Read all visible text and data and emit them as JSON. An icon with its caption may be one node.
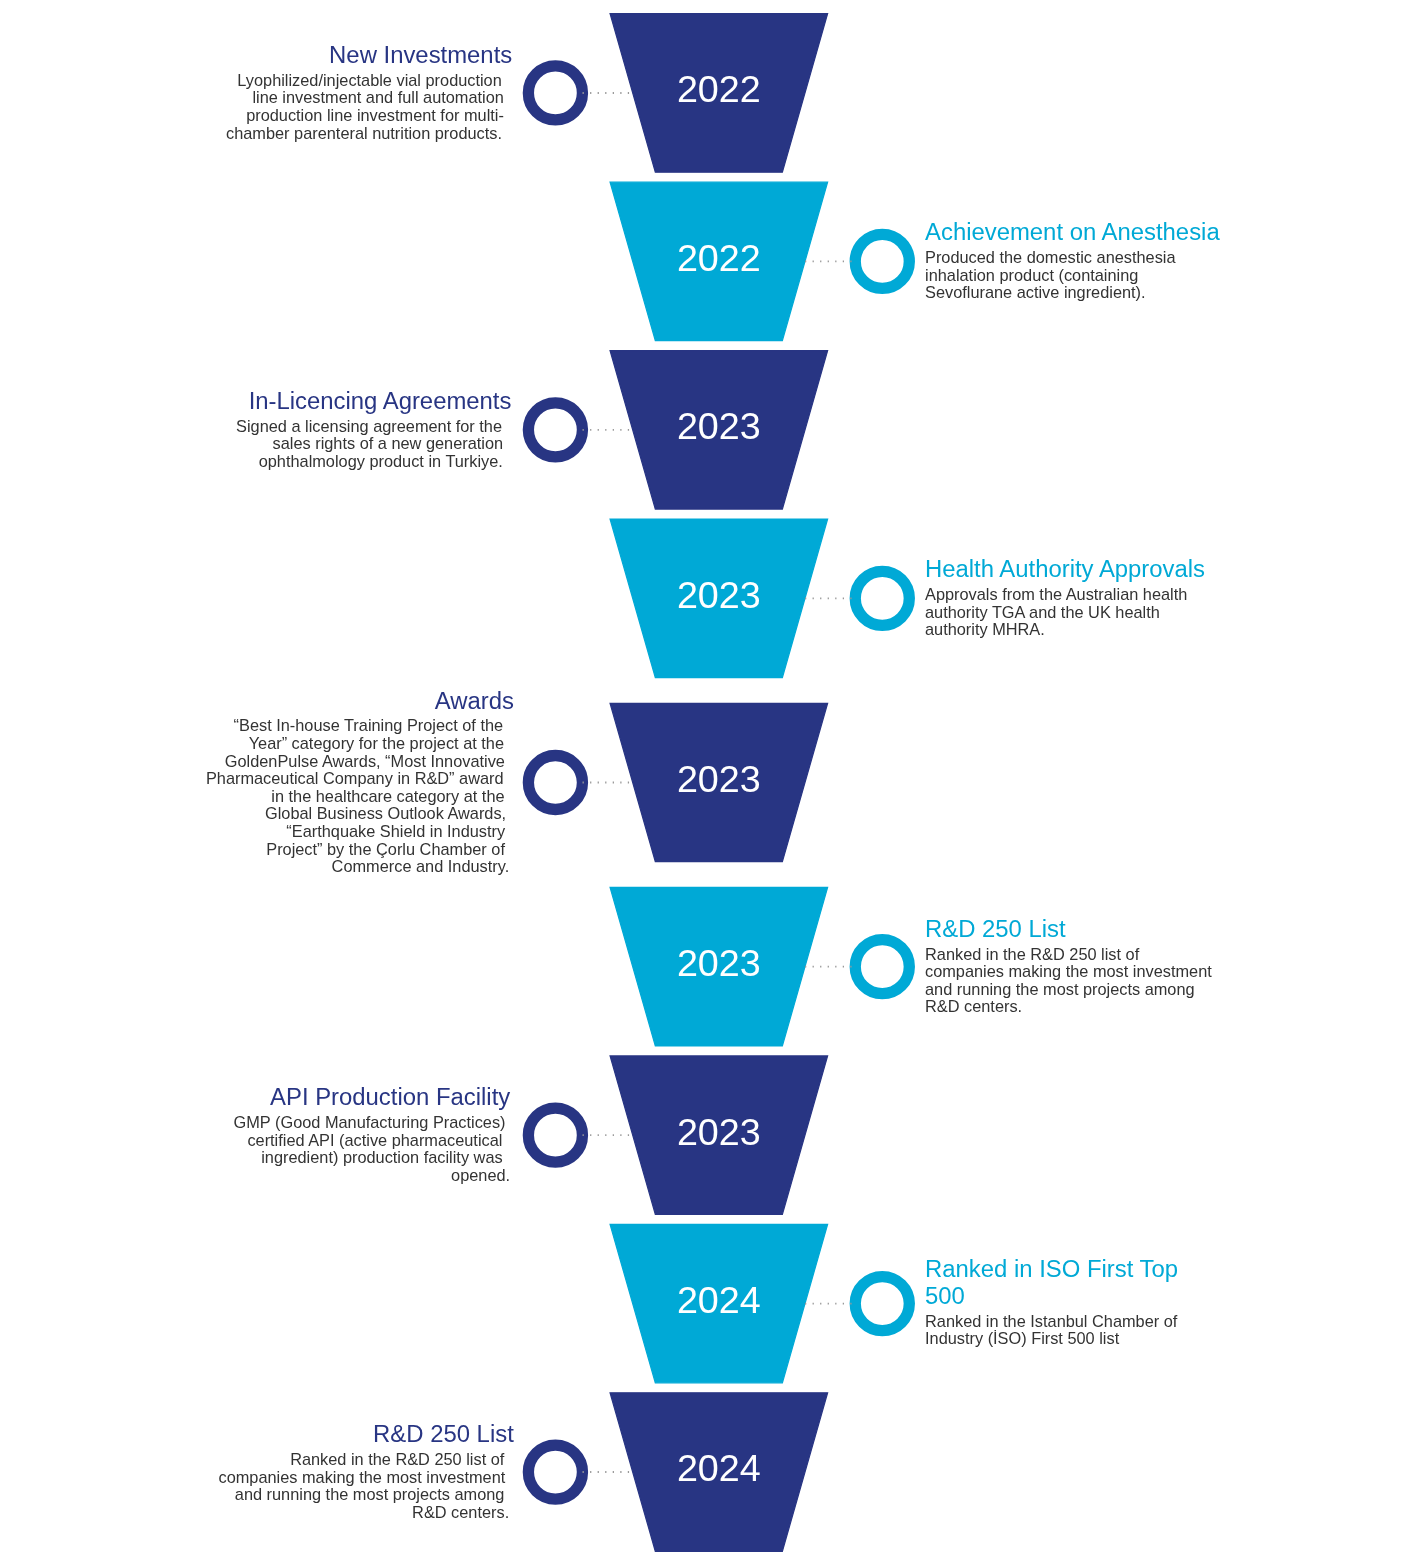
{
  "diagram": {
    "nodes": [
      {
        "text": [],
        "shape": "circle",
        "beside": [
          "New Investments",
          "Lyophilized/injectable vial production line investment and full automation production line investment for multi-chamber parenteral nutrition products."
        ]
      },
      {
        "text": [
          "2022"
        ]
      },
      {
        "text": [
          "2022"
        ]
      },
      {
        "text": [],
        "shape": "circle",
        "beside": [
          "Achievement on Anesthesia",
          "Produced the domestic anesthesia inhalation product (containing Sevoflurane active ingredient)."
        ]
      },
      {
        "text": [],
        "shape": "circle",
        "beside": [
          "In-Licencing Agreements",
          "Signed a licensing agreement for the sales rights of a new generation ophthalmology product in Turkiye."
        ]
      },
      {
        "text": [
          "2023"
        ]
      },
      {
        "text": [
          "2023"
        ]
      },
      {
        "text": [],
        "shape": "circle",
        "beside": [
          "Health Authority Approvals",
          "Approvals from the Australian health authority TGA and the UK health authority MHRA."
        ]
      },
      {
        "text": [],
        "shape": "circle",
        "beside": [
          "Awards",
          "“Best In-house Training Project of the Year” category for the project at the GoldenPulse Awards, “Most Innovative Pharmaceutical Company in R&D” award in the healthcare category at the Global Business Outlook Awards, “Earthquake Shield in Industry Project” by the Çorlu Chamber of Commerce and Industry."
        ]
      },
      {
        "text": [
          "2023"
        ]
      },
      {
        "text": [
          "2023"
        ]
      },
      {
        "text": [],
        "shape": "circle",
        "beside": [
          "R&D 250 List",
          "Ranked in the R&D 250 list of companies making the most investment and running the most projects among R&D centers."
        ]
      },
      {
        "text": [],
        "shape": "circle",
        "beside": [
          "API Production Facility",
          "GMP (Good Manufacturing Practices) certified API (active pharmaceutical ingredient) production facility was opened."
        ]
      },
      {
        "text": [
          "2023"
        ]
      },
      {
        "text": [
          "2024"
        ]
      },
      {
        "text": [],
        "shape": "circle",
        "beside": [
          "Ranked in ISO First Top 500",
          "Ranked in the Istanbul Chamber of Industry (İSO) First 500 list"
        ]
      },
      {
        "text": [],
        "shape": "circle",
        "beside": [
          "R&D 250 List",
          "Ranked in the R&D 250 list of companies making the most investment and running the most projects among R&D centers."
        ]
      },
      {
        "text": [
          "2024"
        ]
      }
    ],
    "edges": [
      {
        "from": 0,
        "to": 1,
        "arrow": "none"
      },
      {
        "from": 2,
        "to": 3,
        "arrow": "none"
      },
      {
        "from": 4,
        "to": 5,
        "arrow": "none"
      },
      {
        "from": 6,
        "to": 7,
        "arrow": "none"
      },
      {
        "from": 8,
        "to": 9,
        "arrow": "none"
      },
      {
        "from": 10,
        "to": 11,
        "arrow": "none"
      },
      {
        "from": 12,
        "to": 13,
        "arrow": "none"
      },
      {
        "from": 14,
        "to": 15,
        "arrow": "none"
      },
      {
        "from": 16,
        "to": 17,
        "arrow": "none"
      }
    ]
  }
}
